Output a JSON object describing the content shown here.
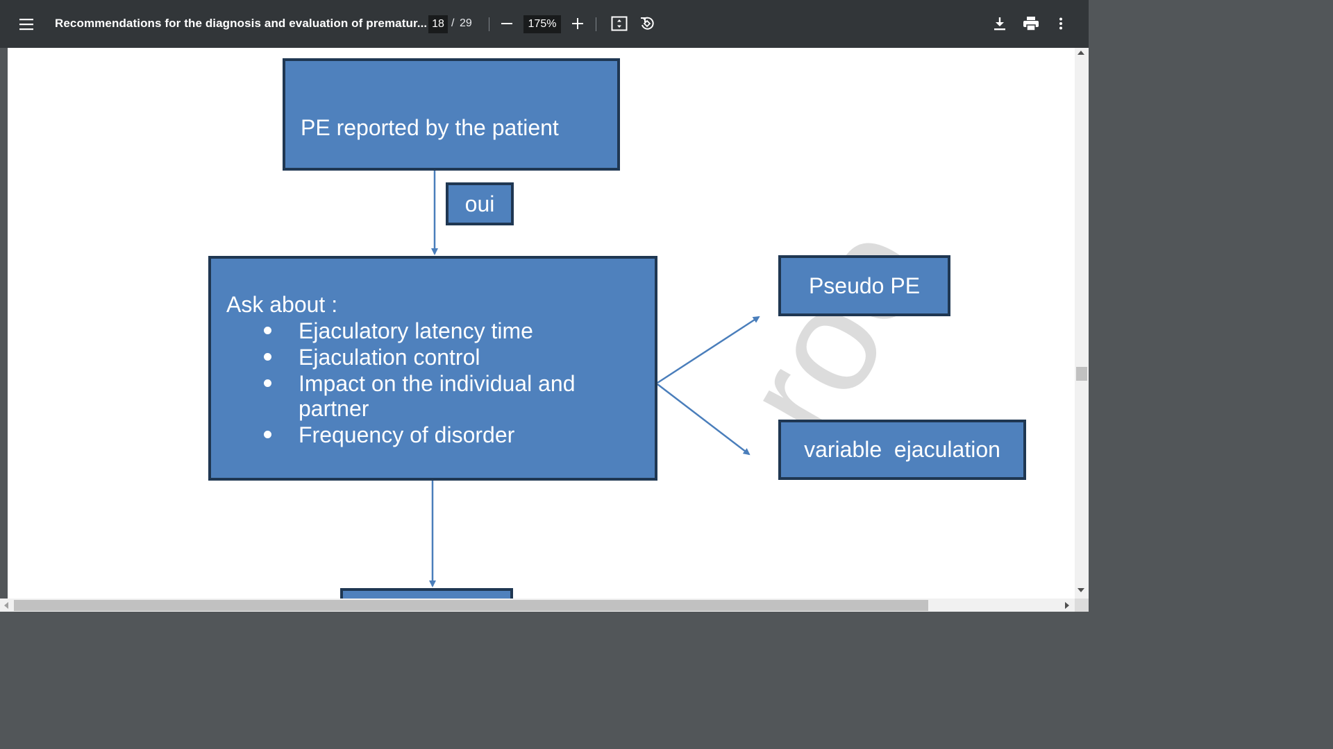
{
  "toolbar": {
    "title": "Recommendations for the diagnosis and evaluation of prematur...",
    "page_current": "18",
    "page_separator": "/",
    "page_total": "29",
    "zoom": "175%",
    "icons": [
      "menu-icon",
      "zoom-out-icon",
      "zoom-in-icon",
      "fit-page-icon",
      "rotate-icon",
      "download-icon",
      "print-icon",
      "more-vert-icon"
    ]
  },
  "flowchart": {
    "box_pe": "PE reported by the patient",
    "box_oui": "oui",
    "ask_title": "Ask about :",
    "ask_items": [
      "Ejaculatory latency time",
      "Ejaculation control",
      "Impact on the individual and partner",
      "Frequency of disorder"
    ],
    "box_pseudo": "Pseudo PE",
    "box_variable": "variable  ejaculation",
    "watermark": "roo"
  },
  "colors": {
    "toolbar_bg": "#323639",
    "box_fill": "#4f81bd",
    "box_border": "#1f3752",
    "arrow": "#4a7ebb"
  }
}
